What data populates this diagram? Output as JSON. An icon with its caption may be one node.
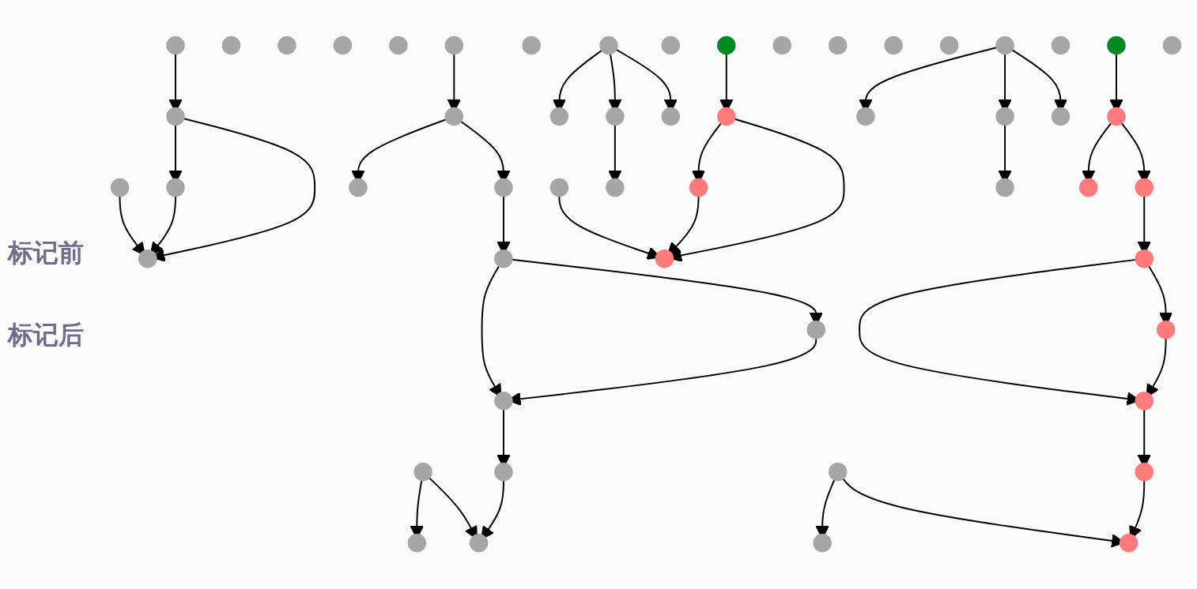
{
  "diagram": {
    "nodes": [
      {
        "text": [],
        "shape": "circle"
      },
      {
        "text": [],
        "shape": "circle"
      },
      {
        "text": [],
        "shape": "circle"
      },
      {
        "text": [],
        "shape": "circle"
      },
      {
        "text": [],
        "shape": "circle"
      },
      {
        "text": [],
        "shape": "circle"
      },
      {
        "text": [],
        "shape": "circle"
      },
      {
        "text": [],
        "shape": "circle"
      },
      {
        "text": [],
        "shape": "circle"
      },
      {
        "text": [],
        "shape": "circle"
      },
      {
        "text": [],
        "shape": "circle"
      },
      {
        "text": [],
        "shape": "circle"
      },
      {
        "text": [],
        "shape": "circle"
      },
      {
        "text": [],
        "shape": "circle"
      },
      {
        "text": [],
        "shape": "circle"
      },
      {
        "text": [],
        "shape": "circle"
      },
      {
        "text": [],
        "shape": "circle"
      },
      {
        "text": [],
        "shape": "circle"
      },
      {
        "text": [],
        "shape": "circle"
      },
      {
        "text": [],
        "shape": "circle"
      },
      {
        "text": [],
        "shape": "circle"
      },
      {
        "text": [],
        "shape": "circle"
      },
      {
        "text": [],
        "shape": "circle"
      },
      {
        "text": [],
        "shape": "circle"
      },
      {
        "text": [],
        "shape": "circle"
      },
      {
        "text": [],
        "shape": "circle"
      },
      {
        "text": [],
        "shape": "circle"
      },
      {
        "text": [],
        "shape": "circle"
      },
      {
        "text": [],
        "shape": "circle"
      },
      {
        "text": [],
        "shape": "circle"
      },
      {
        "text": [],
        "shape": "circle"
      },
      {
        "text": [],
        "shape": "circle"
      },
      {
        "text": [],
        "shape": "circle"
      },
      {
        "text": [],
        "shape": "circle"
      },
      {
        "text": [],
        "shape": "circle"
      },
      {
        "text": [],
        "shape": "circle"
      },
      {
        "text": [],
        "shape": "circle"
      },
      {
        "text": [],
        "shape": "circle"
      },
      {
        "text": [],
        "shape": "circle"
      },
      {
        "text": [],
        "shape": "circle"
      },
      {
        "text": [],
        "shape": "circle"
      },
      {
        "text": [],
        "shape": "circle"
      },
      {
        "text": [],
        "shape": "circle"
      },
      {
        "text": [],
        "shape": "circle"
      },
      {
        "text": [],
        "shape": "circle"
      },
      {
        "text": [],
        "shape": "circle"
      },
      {
        "text": [],
        "shape": "circle"
      },
      {
        "text": [],
        "shape": "circle"
      },
      {
        "text": [],
        "shape": "circle"
      },
      {
        "text": [],
        "shape": "circle"
      },
      {
        "text": [],
        "shape": "circle"
      },
      {
        "text": [],
        "shape": "circle"
      },
      {
        "text": [],
        "shape": "circle"
      },
      {
        "text": [],
        "shape": "circle"
      }
    ],
    "edges": [
      {
        "from": 0,
        "to": 9,
        "arrow": "to"
      },
      {
        "from": 9,
        "to": 18,
        "arrow": "to"
      },
      {
        "from": 9,
        "to": 19,
        "arrow": "to"
      },
      {
        "from": 18,
        "to": 19,
        "arrow": "to"
      },
      {
        "from": 10,
        "to": 19,
        "arrow": "to"
      },
      {
        "from": 11,
        "to": 2,
        "arrow": "to"
      },
      {
        "from": 11,
        "to": 12,
        "arrow": "to"
      },
      {
        "from": 11,
        "to": 20,
        "arrow": "to"
      },
      {
        "from": 12,
        "to": 21,
        "arrow": "to"
      },
      {
        "from": 14,
        "to": 5,
        "arrow": "to"
      },
      {
        "from": 14,
        "to": 13,
        "arrow": "to"
      },
      {
        "from": 22,
        "to": 13,
        "arrow": "to"
      },
      {
        "from": 15,
        "to": 23,
        "arrow": "to"
      },
      {
        "from": 23,
        "to": 22,
        "arrow": "to"
      },
      {
        "from": 24,
        "to": 23,
        "arrow": "to"
      },
      {
        "from": 24,
        "to": 15,
        "arrow": "to"
      },
      {
        "from": 25,
        "to": 24,
        "arrow": "to"
      },
      {
        "from": 7,
        "to": 16,
        "arrow": "to"
      },
      {
        "from": 16,
        "to": 17,
        "arrow": "to"
      },
      {
        "from": 16,
        "to": 25,
        "arrow": "to"
      },
      {
        "from": 27,
        "to": 36,
        "arrow": "to"
      },
      {
        "from": 36,
        "to": 45,
        "arrow": "to"
      },
      {
        "from": 36,
        "to": 46,
        "arrow": "to"
      },
      {
        "from": 45,
        "to": 46,
        "arrow": "to"
      },
      {
        "from": 37,
        "to": 46,
        "arrow": "to"
      },
      {
        "from": 38,
        "to": 29,
        "arrow": "to"
      },
      {
        "from": 38,
        "to": 39,
        "arrow": "to"
      },
      {
        "from": 38,
        "to": 47,
        "arrow": "to"
      },
      {
        "from": 39,
        "to": 48,
        "arrow": "to"
      },
      {
        "from": 41,
        "to": 32,
        "arrow": "to"
      },
      {
        "from": 41,
        "to": 40,
        "arrow": "to"
      },
      {
        "from": 49,
        "to": 40,
        "arrow": "to"
      },
      {
        "from": 42,
        "to": 50,
        "arrow": "to"
      },
      {
        "from": 50,
        "to": 49,
        "arrow": "to"
      },
      {
        "from": 51,
        "to": 50,
        "arrow": "to"
      },
      {
        "from": 51,
        "to": 42,
        "arrow": "to"
      },
      {
        "from": 52,
        "to": 51,
        "arrow": "to"
      },
      {
        "from": 34,
        "to": 43,
        "arrow": "to"
      },
      {
        "from": 43,
        "to": 44,
        "arrow": "to"
      },
      {
        "from": 43,
        "to": 52,
        "arrow": "to"
      }
    ],
    "labels": [
      "标记前",
      "标记后"
    ]
  }
}
